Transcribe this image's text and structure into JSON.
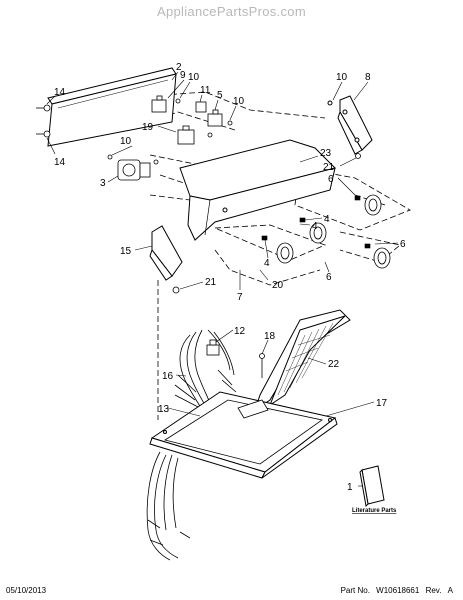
{
  "watermark": "AppliancePartsPros.com",
  "callouts": [
    "14",
    "14",
    "2",
    "9",
    "10",
    "11",
    "5",
    "10",
    "10",
    "8",
    "19",
    "10",
    "3",
    "23",
    "21",
    "6",
    "6",
    "4",
    "4",
    "4",
    "15",
    "21",
    "7",
    "20",
    "6",
    "12",
    "18",
    "16",
    "22",
    "13",
    "17",
    "1"
  ],
  "literature_label": "Literature Parts",
  "footer": {
    "date": "05/10/2013",
    "part_label": "Part No.",
    "part_number": "W10618661",
    "rev_label": "Rev.",
    "rev": "A"
  },
  "colors": {
    "line": "#000000",
    "watermark": "#b8b8b8"
  }
}
